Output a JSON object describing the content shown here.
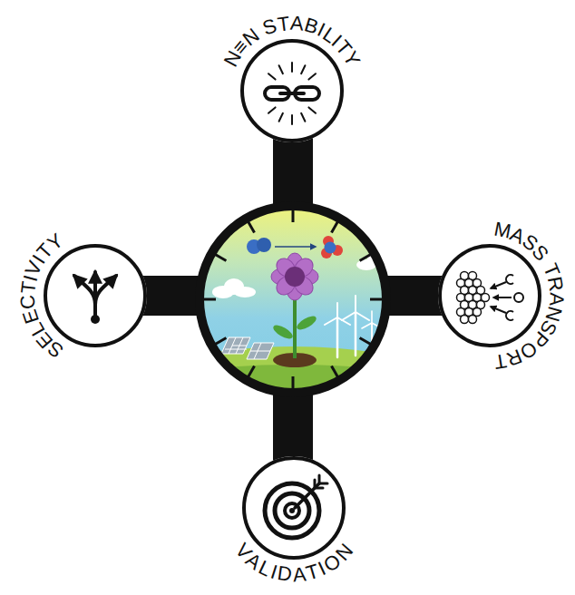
{
  "diagram": {
    "nodes": [
      {
        "text": [
          "N≡N STABILITY"
        ]
      },
      {
        "text": [
          "SELECTIVITY"
        ]
      },
      {
        "text": [
          "MASS TRANSPORT"
        ]
      },
      {
        "text": [
          "VALIDATION"
        ]
      }
    ]
  }
}
